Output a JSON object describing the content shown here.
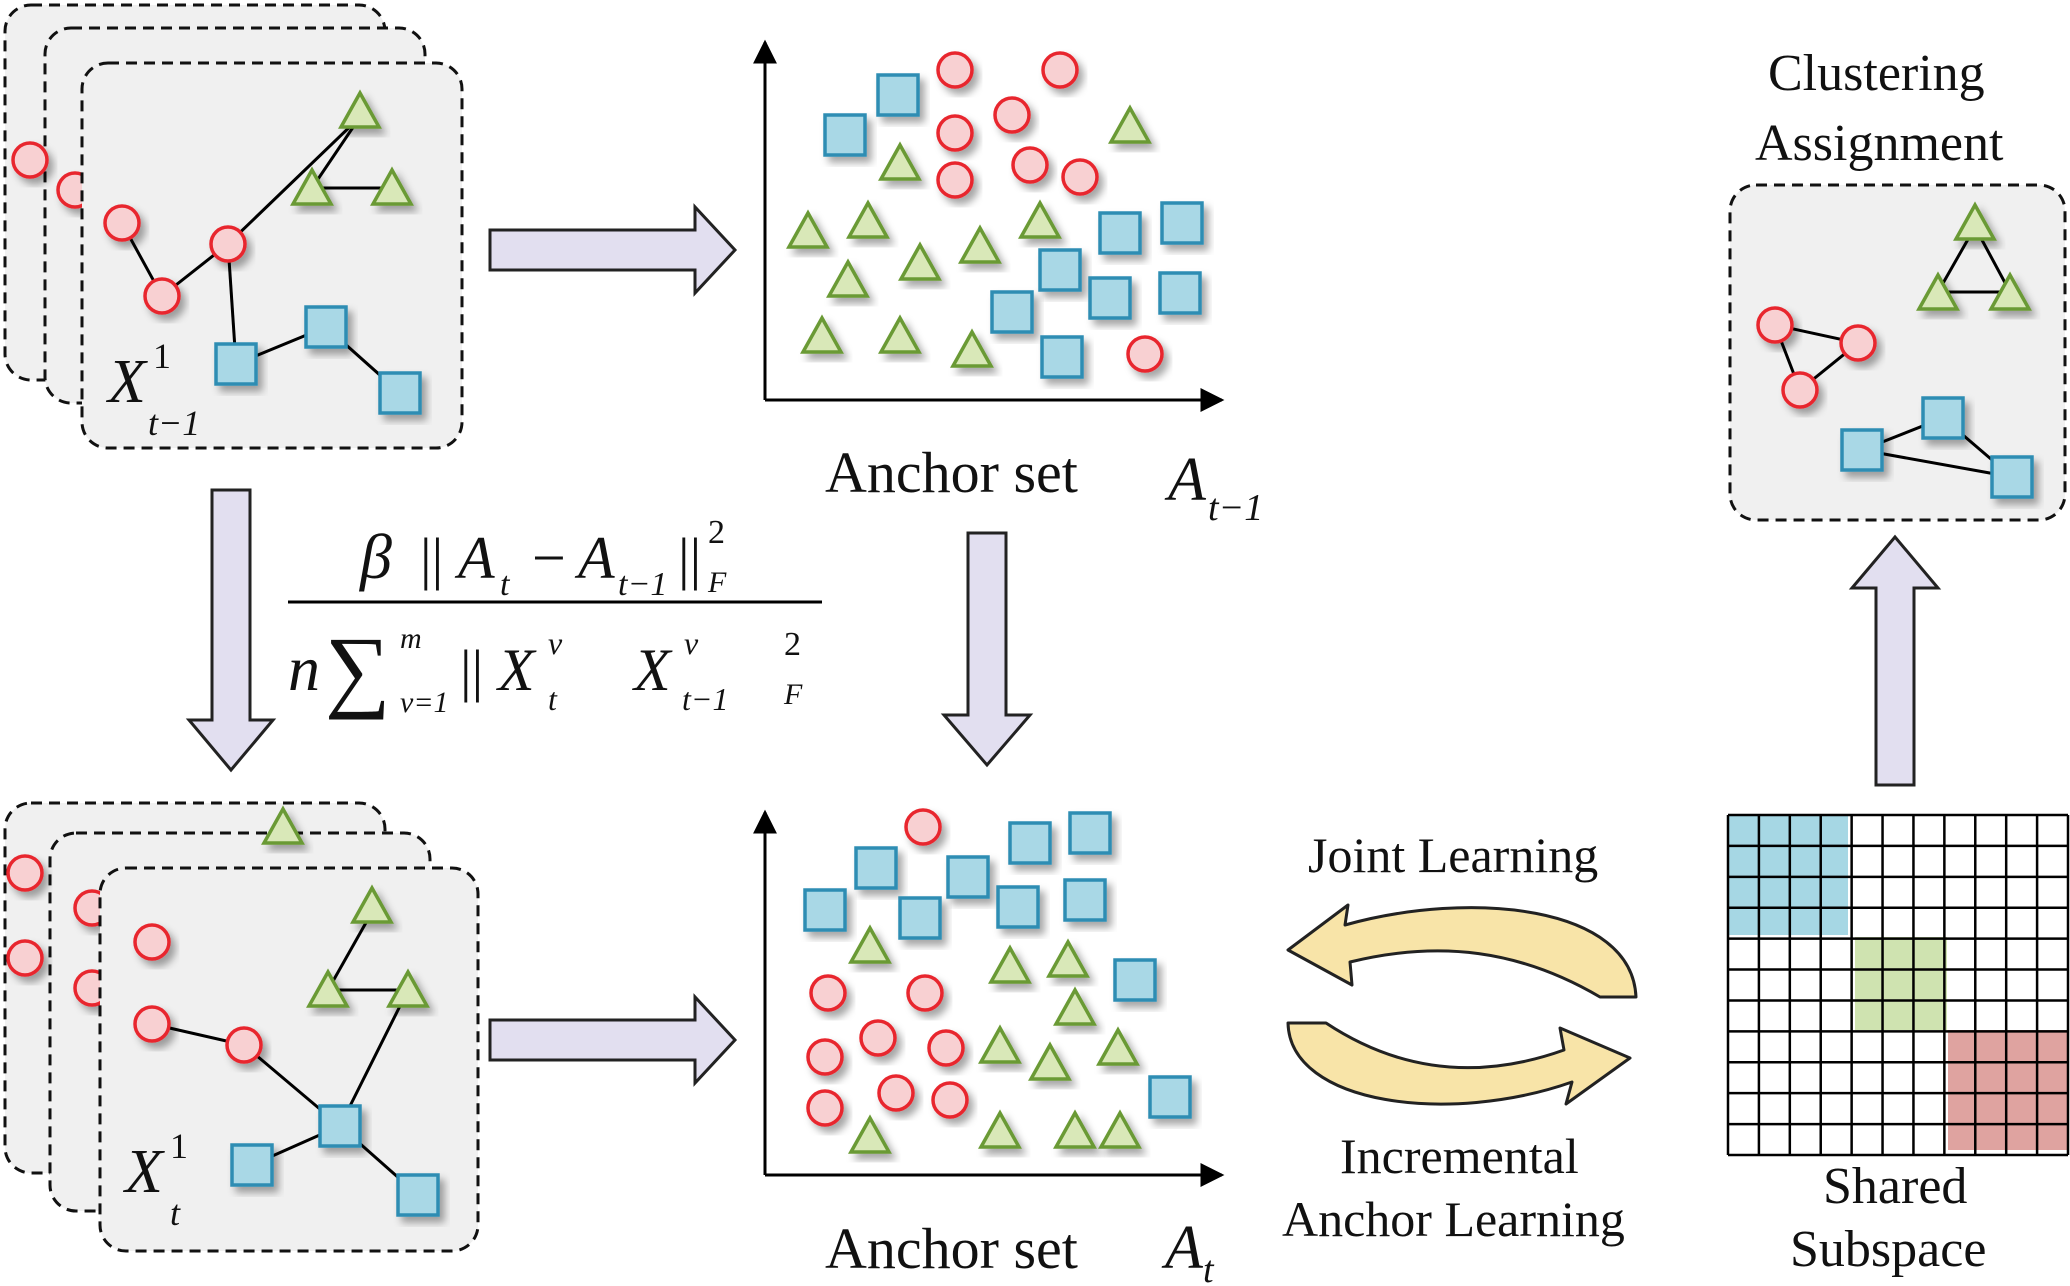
{
  "labels": {
    "clustering_line1": "Clustering",
    "clustering_line2": "Assignment",
    "anchor_set_prev": "Anchor set",
    "anchor_set_curr": "Anchor set",
    "joint_learning": "Joint Learning",
    "incremental_line1": "Incremental",
    "incremental_line2": "Anchor Learning",
    "shared_line1": "Shared",
    "shared_line2": "Subspace"
  },
  "math": {
    "view_prev": {
      "base": "X",
      "sup": "1",
      "sub": "t−1"
    },
    "view_curr": {
      "base": "X",
      "sup": "1",
      "sub": "t"
    },
    "anchor_prev": {
      "base": "A",
      "sub": "t−1"
    },
    "anchor_curr": {
      "base": "A",
      "sub": "t"
    },
    "numerator": {
      "beta": "β",
      "norm": "||",
      "A": "A",
      "sub_t": "t",
      "minus": "−",
      "sub_t1": "t−1",
      "sq": "2",
      "F": "F"
    },
    "denominator": {
      "n": "n",
      "sigma": "∑",
      "m": "m",
      "v1": "v=1",
      "X": "X",
      "v": "v",
      "sub_t": "t",
      "sub_t1": "t−1",
      "sq": "2",
      "F": "F"
    }
  },
  "colors": {
    "circle_fill": "#f8d0d2",
    "circle_stroke": "#e8262d",
    "square_fill": "#a9d8e6",
    "square_stroke": "#2f8db3",
    "triangle_fill": "#d9e8b8",
    "triangle_stroke": "#6a9a34",
    "card_fill": "#f0f0f0",
    "arrow_fill": "#e2dff0",
    "cycle_arrow": "#f8e4a8",
    "block_blue": "#a6d7e4",
    "block_green": "#cfe3b0",
    "block_red": "#dfa3a0"
  }
}
